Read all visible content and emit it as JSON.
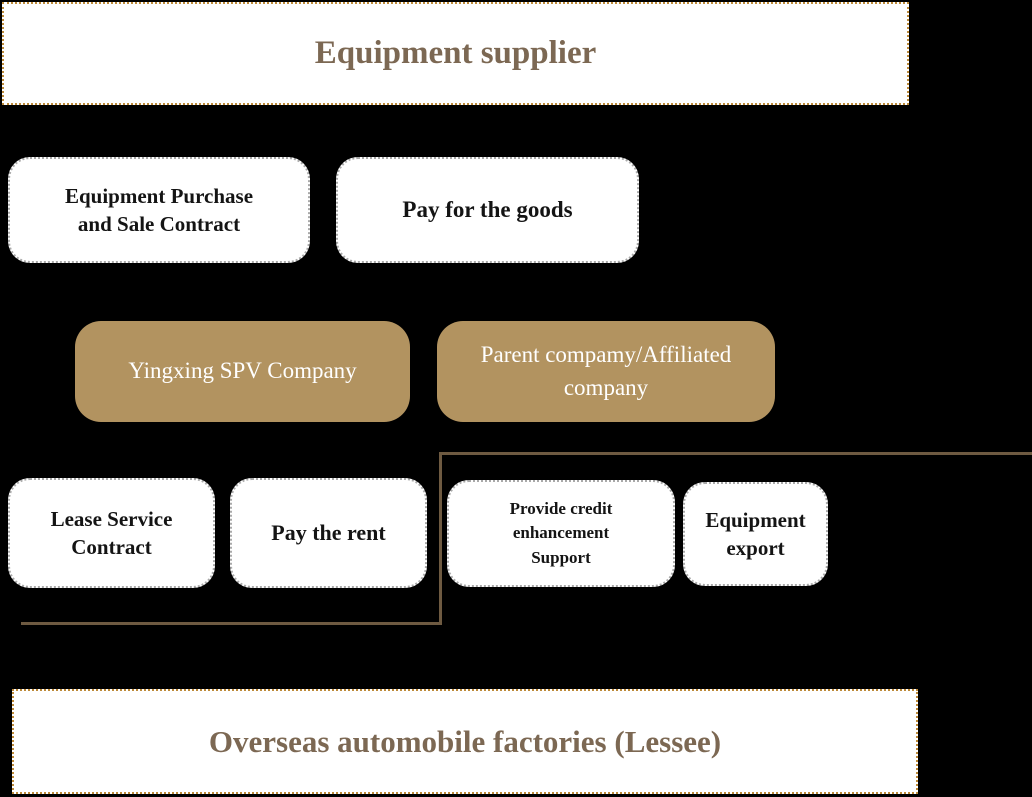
{
  "colors": {
    "background": "#000000",
    "company_fill_brown": "#b29360",
    "connector_brown": "#6e5a41",
    "banner_text_brown": "#7c6853",
    "banner_border_gold": "#bd8a39",
    "white_box_border_gray": "#a9a9a9",
    "box_fill_white": "#ffffff",
    "contract_text_black": "#141414",
    "company_text_white": "#ffffff"
  },
  "nodes": {
    "supplier": {
      "label": "Equipment supplier"
    },
    "purchase_contract": {
      "label": "Equipment Purchase\nand Sale Contract"
    },
    "pay_goods": {
      "label": "Pay for the goods"
    },
    "spv_company": {
      "label": "Yingxing SPV Company"
    },
    "parent_company": {
      "label": "Parent compamy/Affiliated\ncompany"
    },
    "lease_contract": {
      "label": "Lease Service\nContract"
    },
    "pay_rent": {
      "label": "Pay the rent"
    },
    "credit_support": {
      "label": "Provide credit\nenhancement\nSupport"
    },
    "equipment_export": {
      "label": "Equipment\nexport"
    },
    "lessee": {
      "label": "Overseas automobile factories (Lessee)"
    }
  }
}
